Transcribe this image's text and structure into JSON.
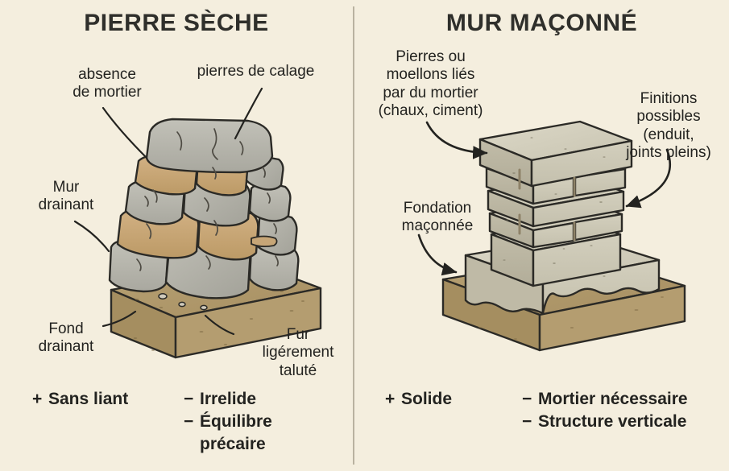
{
  "panels": {
    "left": {
      "title": "PIERRE SÈCHE",
      "annotations": {
        "absence_mortier": "absence\nde mortier",
        "pierres_calage": "pierres de calage",
        "mur_drainant": "Mur\ndrainant",
        "fond_drainant": "Fond\ndrainant",
        "fruit_talute": "Fur\nligérement\ntaluté"
      },
      "pros": [
        {
          "sign": "+",
          "label": "Sans liant"
        }
      ],
      "cons": [
        {
          "sign": "−",
          "label": "Irrelide"
        },
        {
          "sign": "−",
          "label": "Équilibre\nprécaire"
        }
      ]
    },
    "right": {
      "title": "MUR MAÇONNÉ",
      "annotations": {
        "pierres_moellons": "Pierres ou\nmoellons liés\npar du mortier\n(chaux, ciment)",
        "finitions": "Finitions\npossibles\n(enduit,\njoints pleins)",
        "fondation": "Fondation\nmaçonnée"
      },
      "pros": [
        {
          "sign": "+",
          "label": "Solide"
        }
      ],
      "cons": [
        {
          "sign": "−",
          "label": "Mortier nécessaire"
        },
        {
          "sign": "−",
          "label": "Structure verticale"
        }
      ]
    }
  },
  "colors": {
    "background": "#f4eede",
    "ink": "#232320",
    "divider": "#b9b2a0",
    "stone_gray": "#b6b5ad",
    "stone_gray_dark": "#9c9b92",
    "stone_tan": "#c9a97a",
    "stone_tan_dark": "#b3905f",
    "earth": "#b09a6e",
    "earth_dark": "#9b8459",
    "block_face": "#cdc9b6",
    "block_side": "#b8b3a0",
    "block_top": "#d7d3c2",
    "mortar": "#b9ab8e"
  }
}
